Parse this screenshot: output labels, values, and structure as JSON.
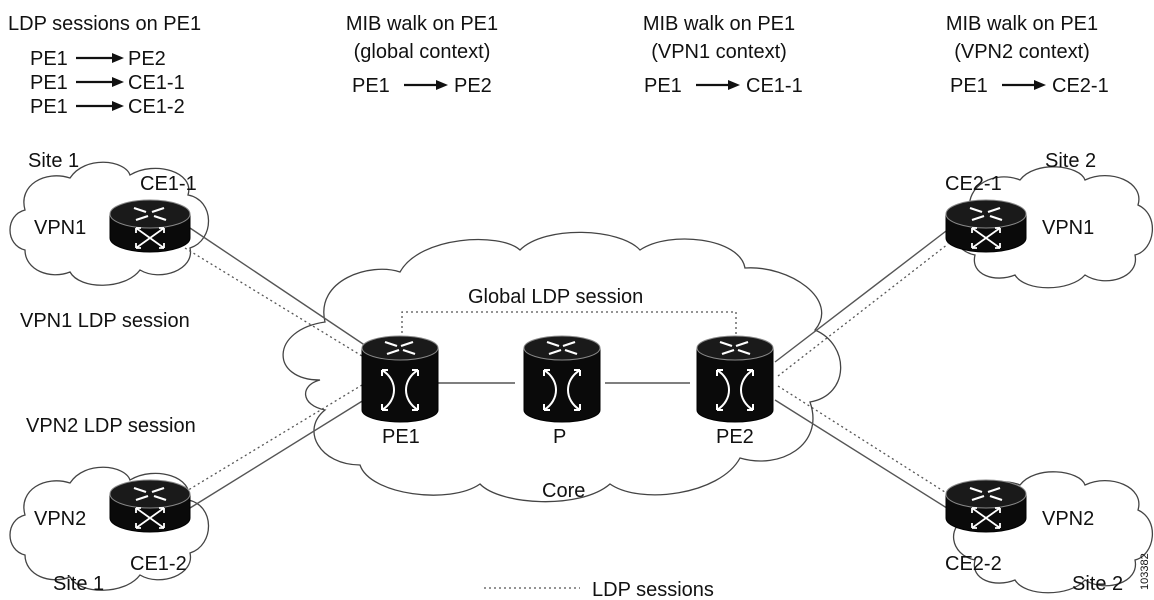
{
  "header": {
    "ldp_sessions": {
      "title": "LDP sessions on PE1",
      "lines": [
        {
          "from": "PE1",
          "to": "PE2"
        },
        {
          "from": "PE1",
          "to": "CE1-1"
        },
        {
          "from": "PE1",
          "to": "CE1-2"
        }
      ]
    },
    "mib_global": {
      "title": "MIB walk on PE1",
      "context": "(global context)",
      "from": "PE1",
      "to": "PE2"
    },
    "mib_vpn1": {
      "title": "MIB walk on PE1",
      "context": "(VPN1 context)",
      "from": "PE1",
      "to": "CE1-1"
    },
    "mib_vpn2": {
      "title": "MIB walk on PE1",
      "context": "(VPN2 context)",
      "from": "PE1",
      "to": "CE2-1"
    }
  },
  "clouds": {
    "site1_top": {
      "site": "Site 1",
      "vpn": "VPN1"
    },
    "site1_bottom": {
      "site": "Site 1",
      "vpn": "VPN2"
    },
    "site2_top": {
      "site": "Site 2",
      "vpn": "VPN1"
    },
    "site2_bottom": {
      "site": "Site 2",
      "vpn": "VPN2"
    },
    "core": {
      "label": "Core"
    }
  },
  "routers": {
    "ce1_1": "CE1-1",
    "ce1_2": "CE1-2",
    "ce2_1": "CE2-1",
    "ce2_2": "CE2-2",
    "pe1": "PE1",
    "p": "P",
    "pe2": "PE2"
  },
  "sessions": {
    "vpn1": "VPN1 LDP session",
    "vpn2": "VPN2 LDP session",
    "global": "Global LDP session"
  },
  "legend": {
    "label": "LDP sessions"
  },
  "figure_id": "103382"
}
